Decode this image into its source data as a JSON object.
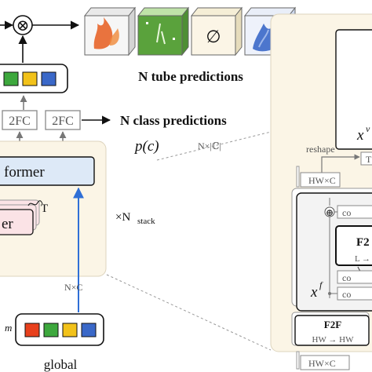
{
  "tube_predictions_label": "N tube predictions",
  "class_predictions_label": "N class predictions",
  "fc_left_label": "2FC",
  "fc_right_label": "2FC",
  "p_of_c_label": "p(c)",
  "n_by_c_label": "N×|ℂ|",
  "transformer_label": "former",
  "decoder_label": "er",
  "t_label": "T",
  "n_stack_prefix": "×N",
  "n_stack_sub": "stack",
  "n_times_c_label": "N×C",
  "global_label": "global",
  "m_superscript": "m",
  "empty_set_symbol": "∅",
  "otimes_symbol": "⊗",
  "reshape_label": "reshape",
  "t_box_label": "T",
  "hw_c_top_label": "HW×C",
  "co_label_1": "co",
  "co_label_2": "co",
  "co_label_3": "co",
  "f2_label": "F2",
  "l_arrow_label": "L →",
  "x_v_label": "x",
  "x_v_sup": "v",
  "x_f_label": "x",
  "x_f_sup": "f",
  "f2f_label": "F2F",
  "hw_hw_label": "HW → HW",
  "hw_c_bottom_label": "HW×C",
  "oplus_symbol": "⊕",
  "colors": {
    "red": "#e8401c",
    "green": "#3da83d",
    "yellow": "#f2c21a",
    "blue": "#3a68c8",
    "cream": "#fbf5e6",
    "light_blue": "#dde9f7",
    "pink": "#fbe3e6",
    "arrow_blue": "#2f6fd6"
  }
}
